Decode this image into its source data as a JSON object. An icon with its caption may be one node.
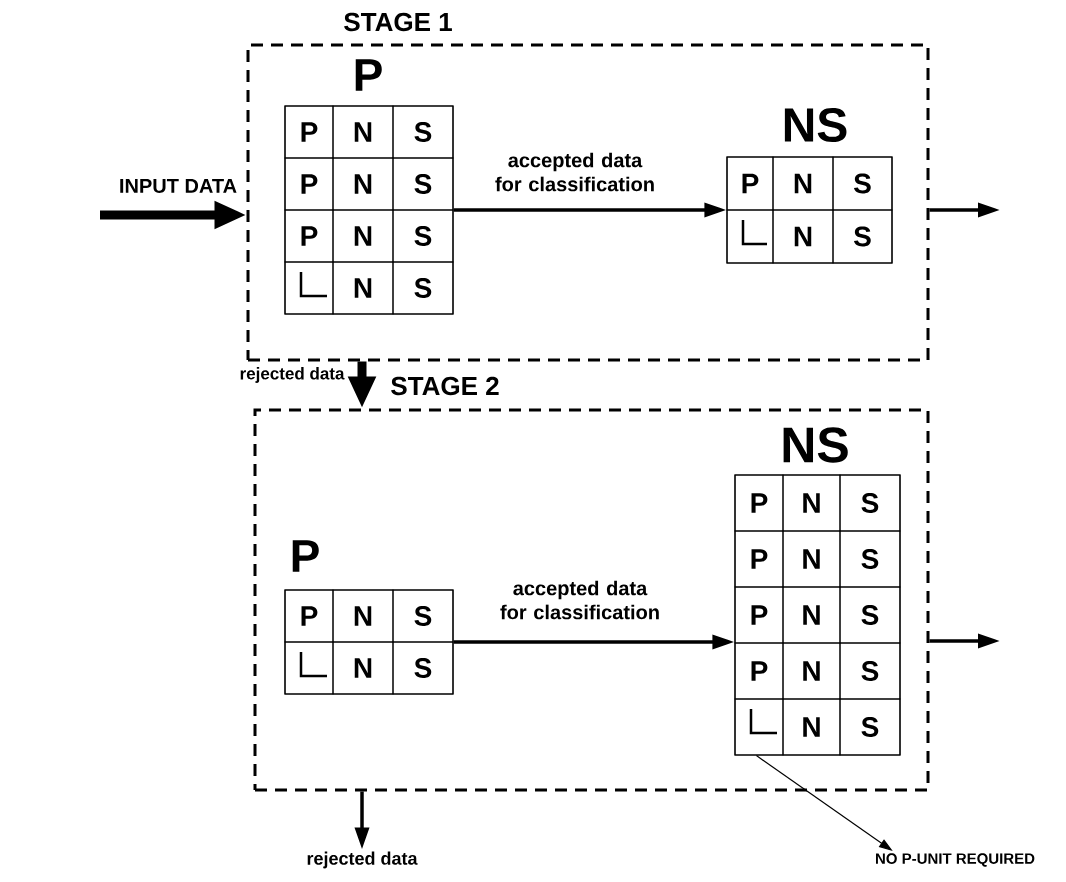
{
  "diagram": {
    "nodes": [
      {
        "text": [
          "STAGE 1"
        ]
      },
      {
        "text": [
          "P",
          "P",
          "N",
          "S",
          "P",
          "N",
          "S",
          "P",
          "N",
          "S",
          "N",
          "S"
        ],
        "in": 0
      },
      {
        "text": [
          "NS",
          "P",
          "N",
          "S",
          "N",
          "S"
        ],
        "in": 0
      },
      {
        "text": [
          "STAGE 2"
        ]
      },
      {
        "text": [
          "P",
          "P",
          "N",
          "S",
          "N",
          "S"
        ],
        "in": 3
      },
      {
        "text": [
          "NS",
          "P",
          "N",
          "S",
          "P",
          "N",
          "S",
          "P",
          "N",
          "S",
          "P",
          "N",
          "S",
          "N",
          "S"
        ],
        "in": 3
      },
      {
        "text": [
          "rejected data"
        ]
      },
      {
        "text": [
          "NO P-UNIT REQUIRED"
        ]
      }
    ],
    "edges": [
      {
        "from": null,
        "to": 0,
        "arrow": "to",
        "label": "INPUT DATA",
        "style": "thick"
      },
      {
        "from": 1,
        "to": 2,
        "arrow": "to",
        "label": "accepted data for classification"
      },
      {
        "from": 0,
        "to": null,
        "arrow": "to"
      },
      {
        "from": 0,
        "to": 3,
        "arrow": "to",
        "label": "rejected data",
        "style": "thick"
      },
      {
        "from": 4,
        "to": 5,
        "arrow": "to",
        "label": "accepted data for classification"
      },
      {
        "from": 3,
        "to": null,
        "arrow": "to"
      },
      {
        "from": 3,
        "to": 6,
        "arrow": "to"
      },
      {
        "from": 5,
        "to": 7,
        "arrow": "to"
      }
    ]
  }
}
